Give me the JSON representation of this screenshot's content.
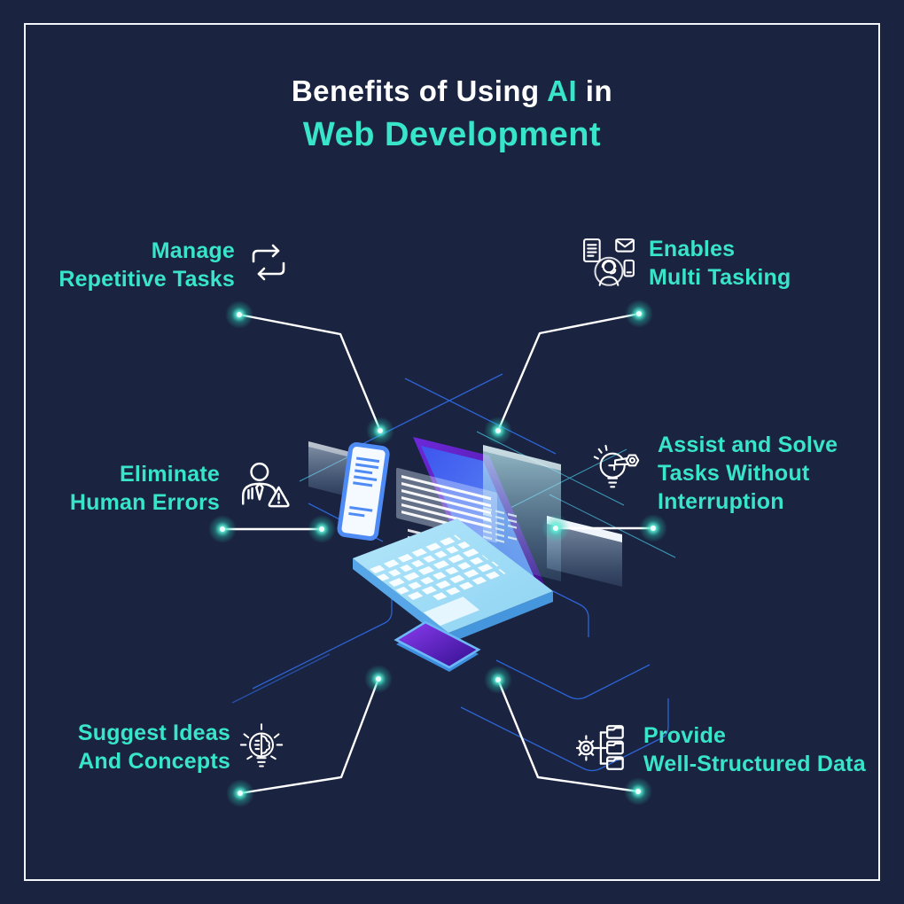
{
  "title": {
    "line1_prefix": "Benefits of Using ",
    "line1_highlight": "AI",
    "line1_suffix": " in",
    "line2": "Web Development"
  },
  "benefits": [
    {
      "id": "manage-repetitive-tasks",
      "position": "top-left",
      "icon": "repeat-arrows-icon",
      "label_lines": [
        "Manage",
        "Repetitive Tasks"
      ]
    },
    {
      "id": "enables-multi-tasking",
      "position": "top-right",
      "icon": "multitasking-icon",
      "label_lines": [
        "Enables",
        "Multi Tasking"
      ]
    },
    {
      "id": "eliminate-human-errors",
      "position": "middle-left",
      "icon": "human-error-icon",
      "label_lines": [
        "Eliminate",
        "Human Errors"
      ]
    },
    {
      "id": "assist-and-solve",
      "position": "middle-right",
      "icon": "bulb-wrench-icon",
      "label_lines": [
        "Assist and Solve",
        "Tasks Without",
        "Interruption"
      ]
    },
    {
      "id": "suggest-ideas-and-concepts",
      "position": "bottom-left",
      "icon": "idea-bulb-icon",
      "label_lines": [
        "Suggest Ideas",
        "And Concepts"
      ]
    },
    {
      "id": "provide-well-structured-data",
      "position": "bottom-right",
      "icon": "gear-folders-icon",
      "label_lines": [
        "Provide",
        "Well-Structured Data"
      ]
    }
  ],
  "illustration": {
    "name": "isometric-laptop-with-floating-screens-phone-and-tablet"
  },
  "colors": {
    "background": "#1a233f",
    "accent_teal": "#38e5c8",
    "title_white": "#ffffff",
    "connector_white": "#ffffff",
    "circuit_blue": "#2e6ce6",
    "circuit_cyan": "#49c9e8",
    "glow_teal": "#2bd4ba",
    "screen_blue": "#3d5bee",
    "frame_purple": "#5b21b8",
    "deck_cyan": "#9fdcf5",
    "tablet_purple": "#5b21a8"
  }
}
